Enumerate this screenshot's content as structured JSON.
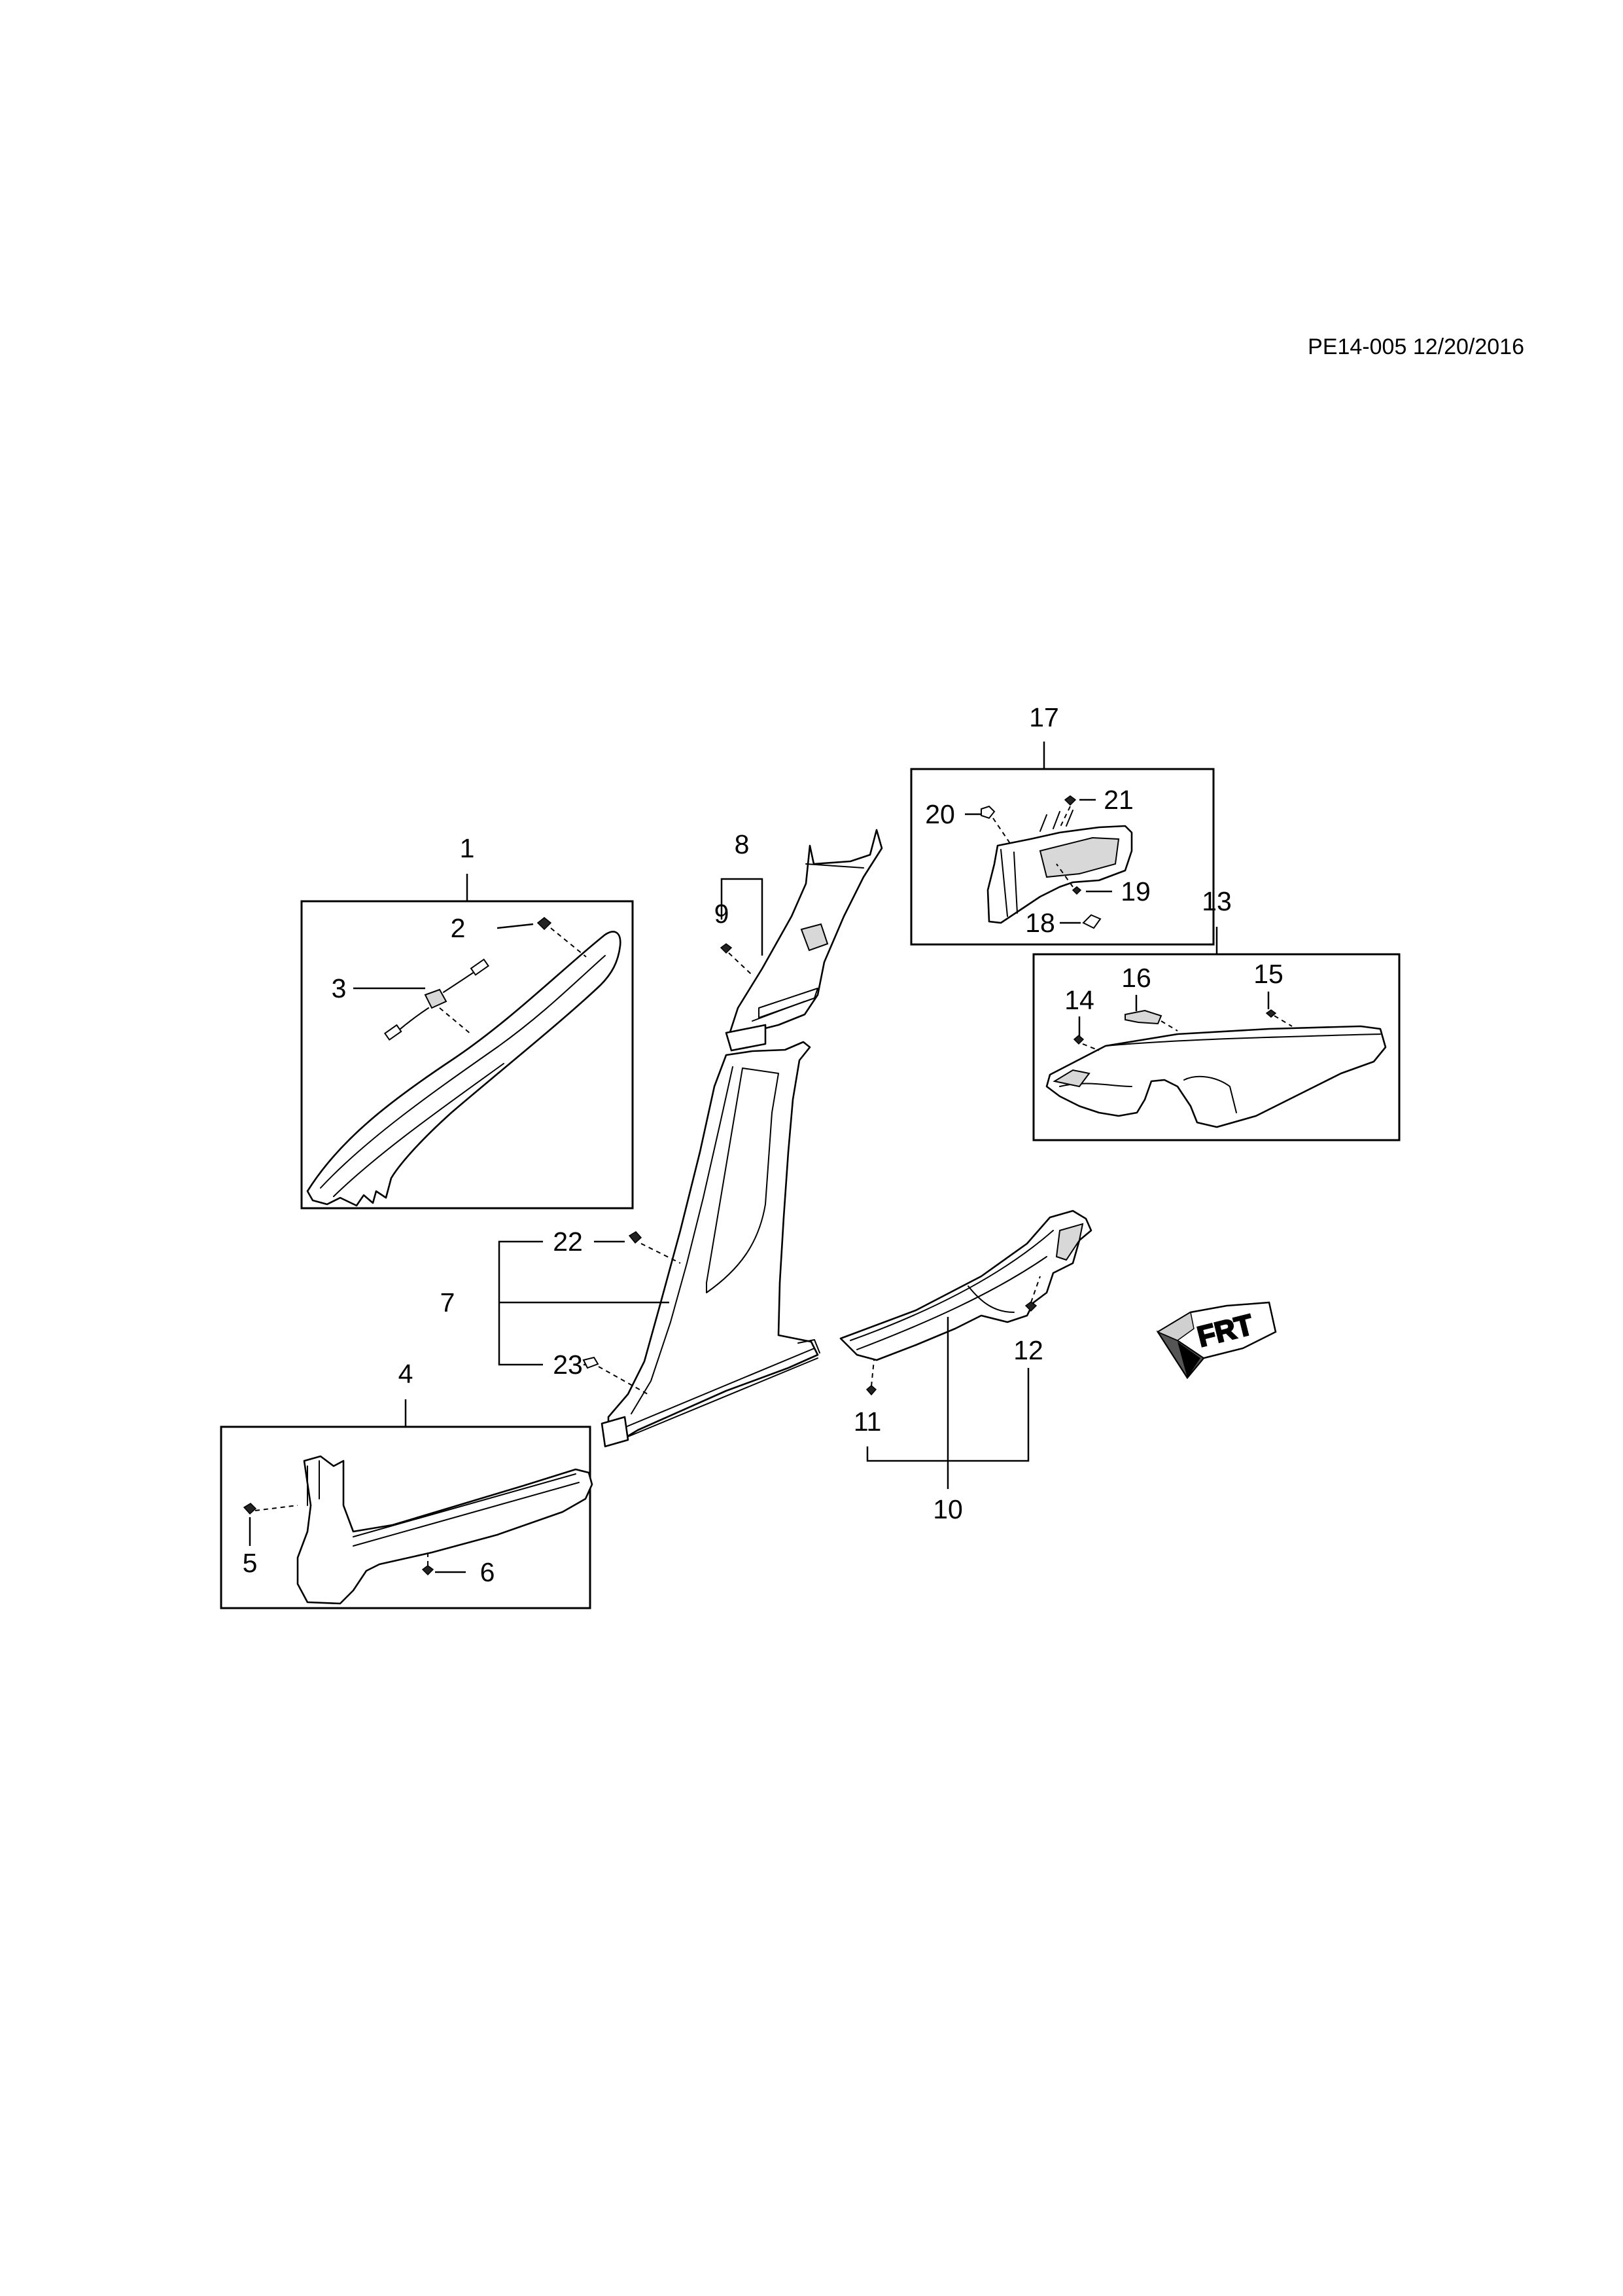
{
  "header": {
    "reference": "PE14-005 12/20/2016"
  },
  "callouts": {
    "c1": "1",
    "c2": "2",
    "c3": "3",
    "c4": "4",
    "c5": "5",
    "c6": "6",
    "c7": "7",
    "c8": "8",
    "c9": "9",
    "c10": "10",
    "c11": "11",
    "c12": "12",
    "c13": "13",
    "c14": "14",
    "c15": "15",
    "c16": "16",
    "c17": "17",
    "c18": "18",
    "c19": "19",
    "c20": "20",
    "c21": "21",
    "c22": "22",
    "c23": "23"
  },
  "direction_marker": {
    "label": "FRT"
  }
}
